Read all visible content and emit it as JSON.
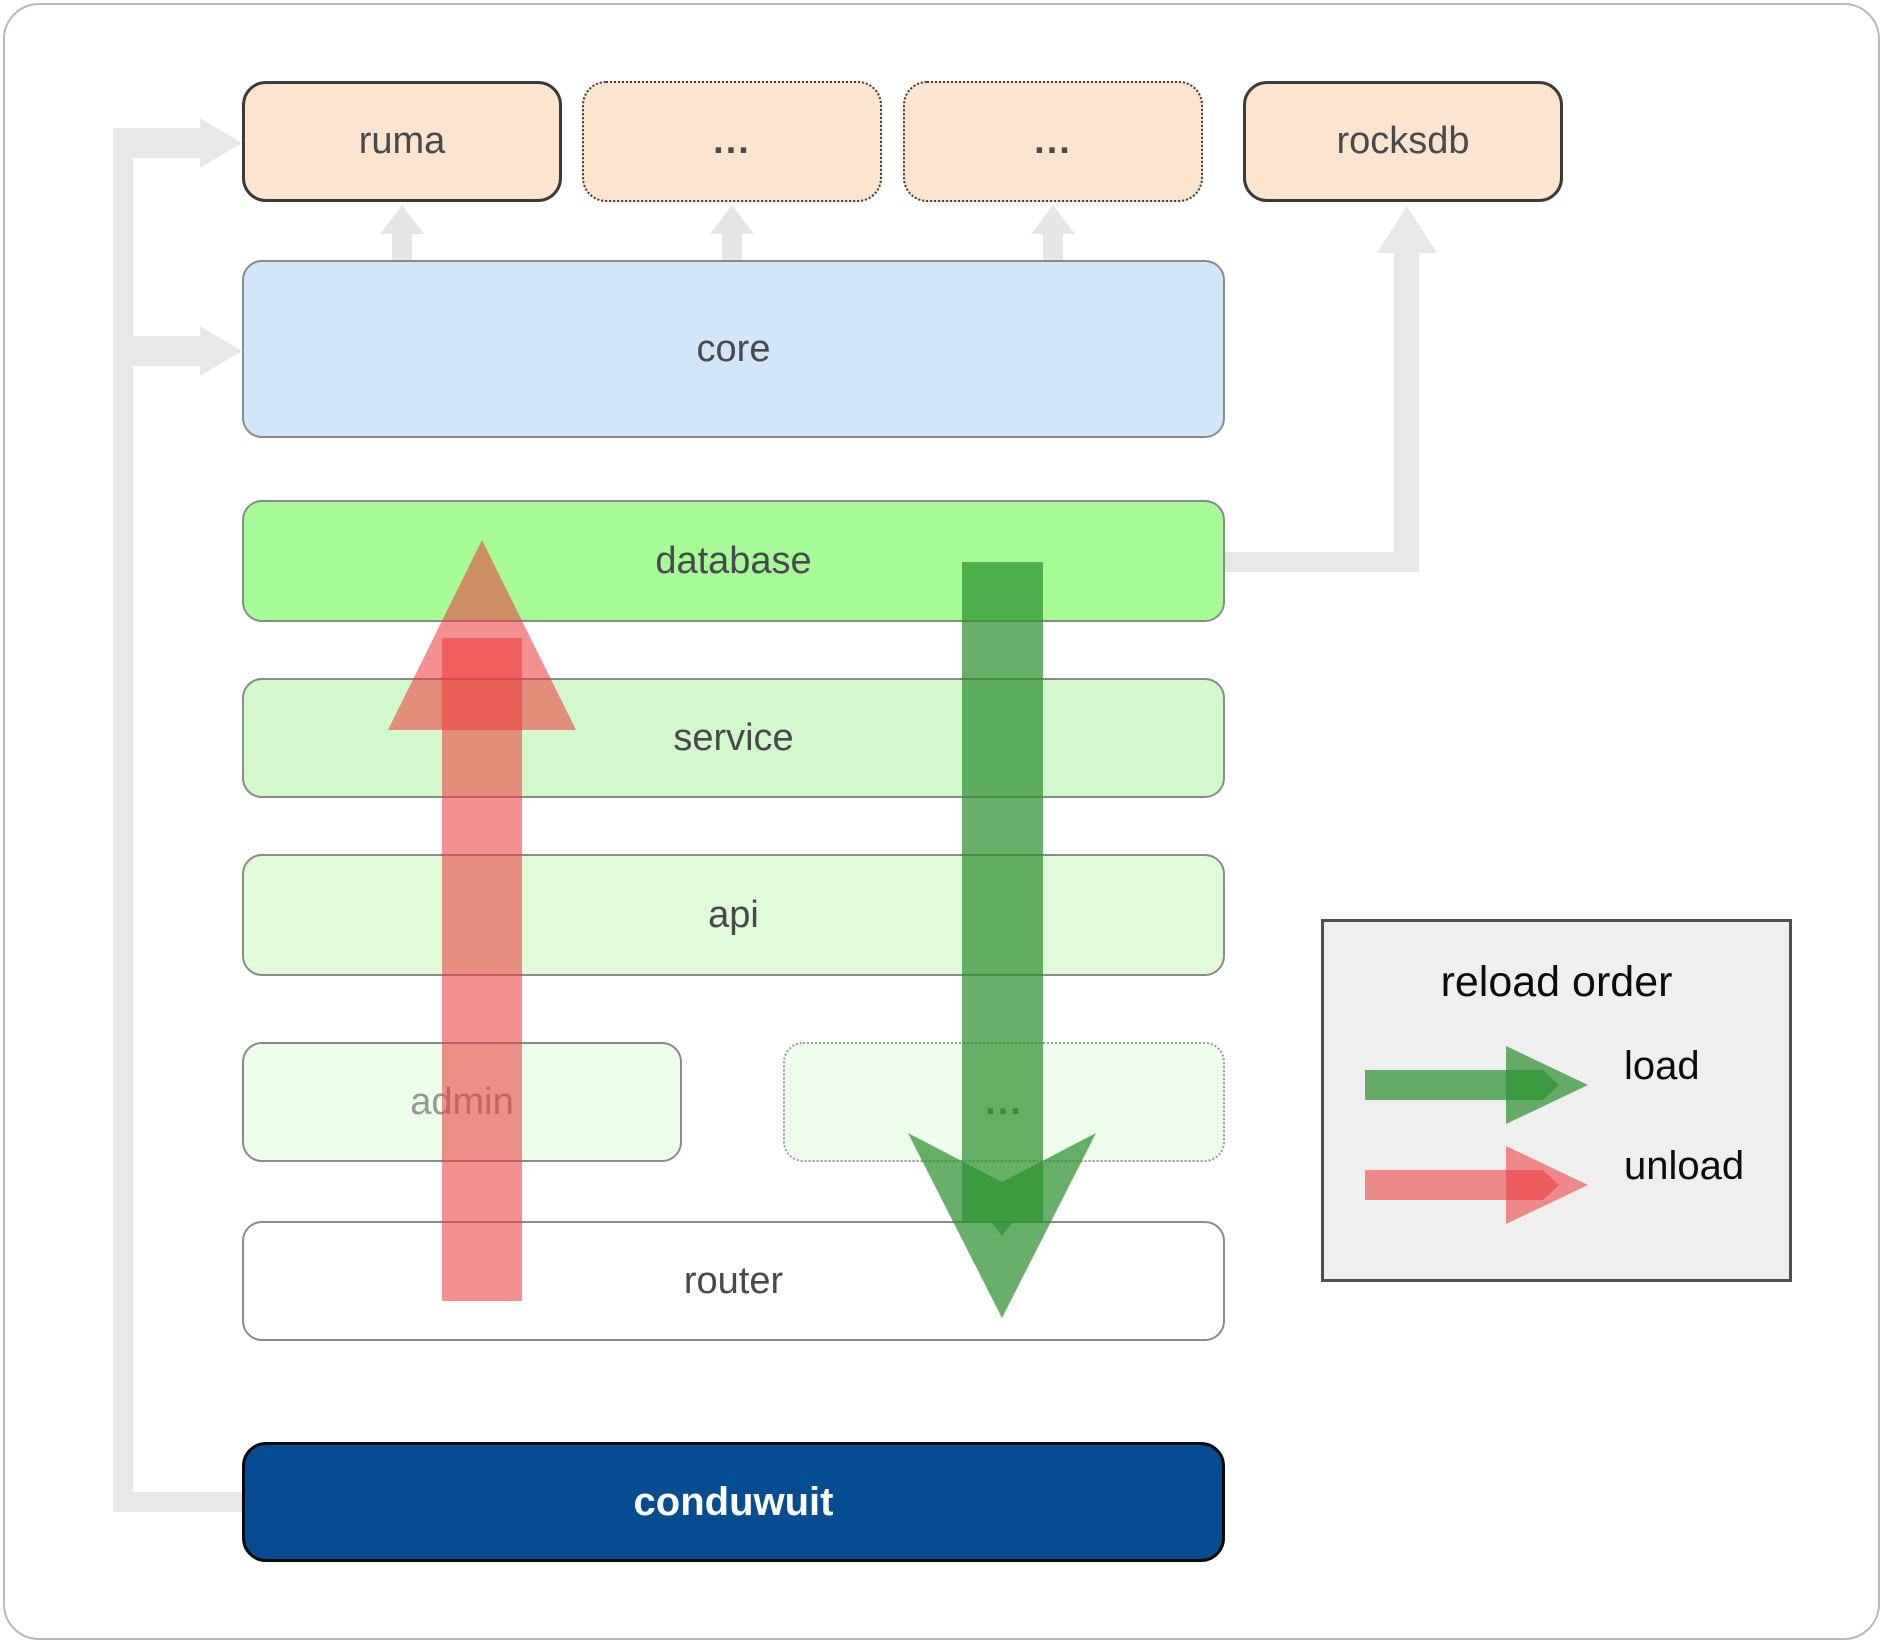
{
  "boxes": {
    "ruma": {
      "label": "ruma"
    },
    "ext1": {
      "label": "..."
    },
    "ext2": {
      "label": "..."
    },
    "rocksdb": {
      "label": "rocksdb"
    },
    "core": {
      "label": "core"
    },
    "database": {
      "label": "database"
    },
    "service": {
      "label": "service"
    },
    "api": {
      "label": "api"
    },
    "admin": {
      "label": "admin"
    },
    "admin_ext": {
      "label": "..."
    },
    "router": {
      "label": "router"
    },
    "conduwuit": {
      "label": "conduwuit"
    }
  },
  "legend": {
    "title": "reload order",
    "load_label": "load",
    "unload_label": "unload"
  },
  "colors": {
    "load_arrow_green": "#2e9131",
    "unload_arrow_red": "#ee3b3b",
    "external_peach": "#fce4cf",
    "core_blue": "#d2e6fa",
    "database_green": "#a6fb97",
    "service_green": "#d3f8cc",
    "api_green": "#dffbd8",
    "admin_green": "#ecfdea",
    "conduwuit_navy": "#054c93",
    "connector_gray": "#e7e7e7",
    "legend_background": "#efefef"
  }
}
